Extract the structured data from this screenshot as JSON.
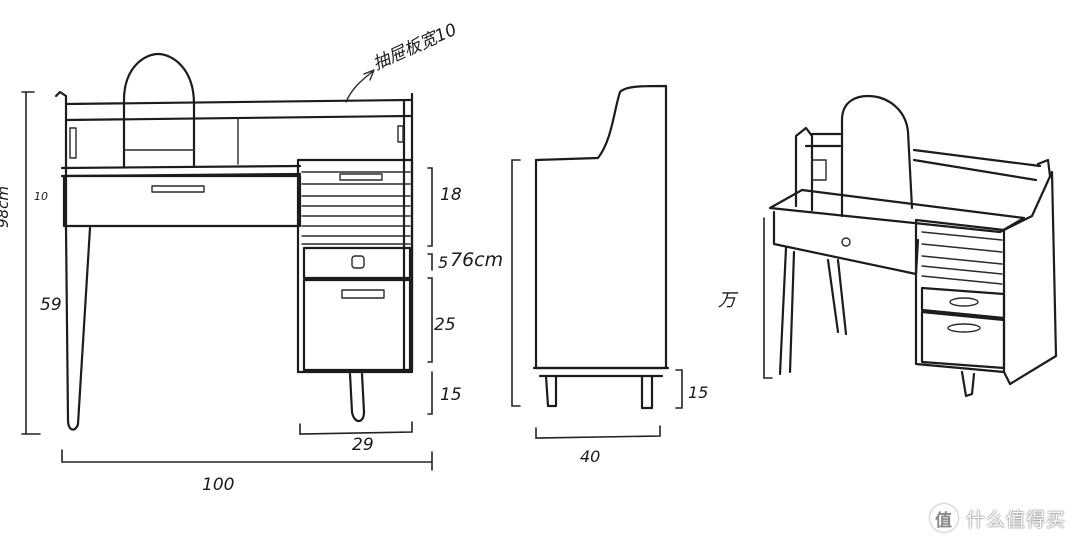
{
  "annotations": {
    "top_note": "抽屉板宽10",
    "front_total_height": "98cm",
    "mirror_offset": "10",
    "leg_height_front": "59",
    "drawer_top": "18",
    "drawer_gap": "5",
    "drawer_bottom": "25",
    "cabinet_leg": "15",
    "cabinet_width": "29",
    "total_width": "100",
    "side_height": "76cm",
    "side_leg": "15",
    "side_depth": "40",
    "perspective_note": "万"
  },
  "watermark": {
    "logo": "值",
    "text": "什么值得买"
  }
}
